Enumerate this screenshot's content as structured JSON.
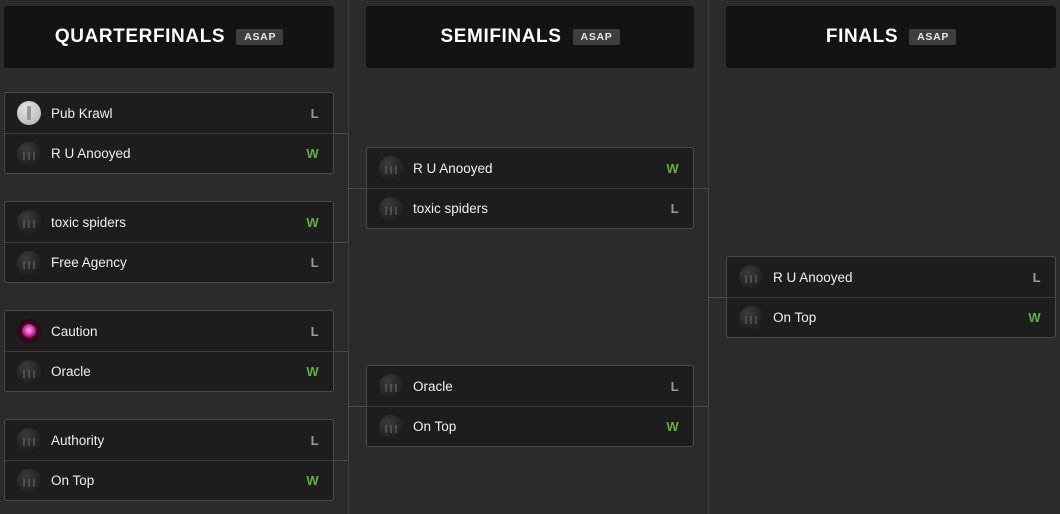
{
  "bracket": {
    "rounds": [
      {
        "id": "quarterfinals",
        "title": "QUARTERFINALS",
        "badge": "ASAP",
        "matches": [
          {
            "teams": [
              {
                "name": "Pub Krawl",
                "result": "L",
                "avatar": "light"
              },
              {
                "name": "R U Anooyed",
                "result": "W",
                "avatar": "default"
              }
            ]
          },
          {
            "teams": [
              {
                "name": "toxic spiders",
                "result": "W",
                "avatar": "default"
              },
              {
                "name": "Free Agency",
                "result": "L",
                "avatar": "default"
              }
            ]
          },
          {
            "teams": [
              {
                "name": "Caution",
                "result": "L",
                "avatar": "magenta"
              },
              {
                "name": "Oracle",
                "result": "W",
                "avatar": "default"
              }
            ]
          },
          {
            "teams": [
              {
                "name": "Authority",
                "result": "L",
                "avatar": "default"
              },
              {
                "name": "On Top",
                "result": "W",
                "avatar": "default"
              }
            ]
          }
        ]
      },
      {
        "id": "semifinals",
        "title": "SEMIFINALS",
        "badge": "ASAP",
        "matches": [
          {
            "teams": [
              {
                "name": "R U Anooyed",
                "result": "W",
                "avatar": "default"
              },
              {
                "name": "toxic spiders",
                "result": "L",
                "avatar": "default"
              }
            ]
          },
          {
            "teams": [
              {
                "name": "Oracle",
                "result": "L",
                "avatar": "default"
              },
              {
                "name": "On Top",
                "result": "W",
                "avatar": "default"
              }
            ]
          }
        ]
      },
      {
        "id": "finals",
        "title": "FINALS",
        "badge": "ASAP",
        "matches": [
          {
            "teams": [
              {
                "name": "R U Anooyed",
                "result": "L",
                "avatar": "default"
              },
              {
                "name": "On Top",
                "result": "W",
                "avatar": "default"
              }
            ]
          }
        ]
      }
    ]
  },
  "colors": {
    "page_background": "#2b2b2b",
    "header_background": "#131313",
    "card_background": "#1d1d1d",
    "card_border": "#4b4b4b",
    "win": "#5fb336",
    "loss": "#9c9c92",
    "connector": "#4b4b4b"
  }
}
